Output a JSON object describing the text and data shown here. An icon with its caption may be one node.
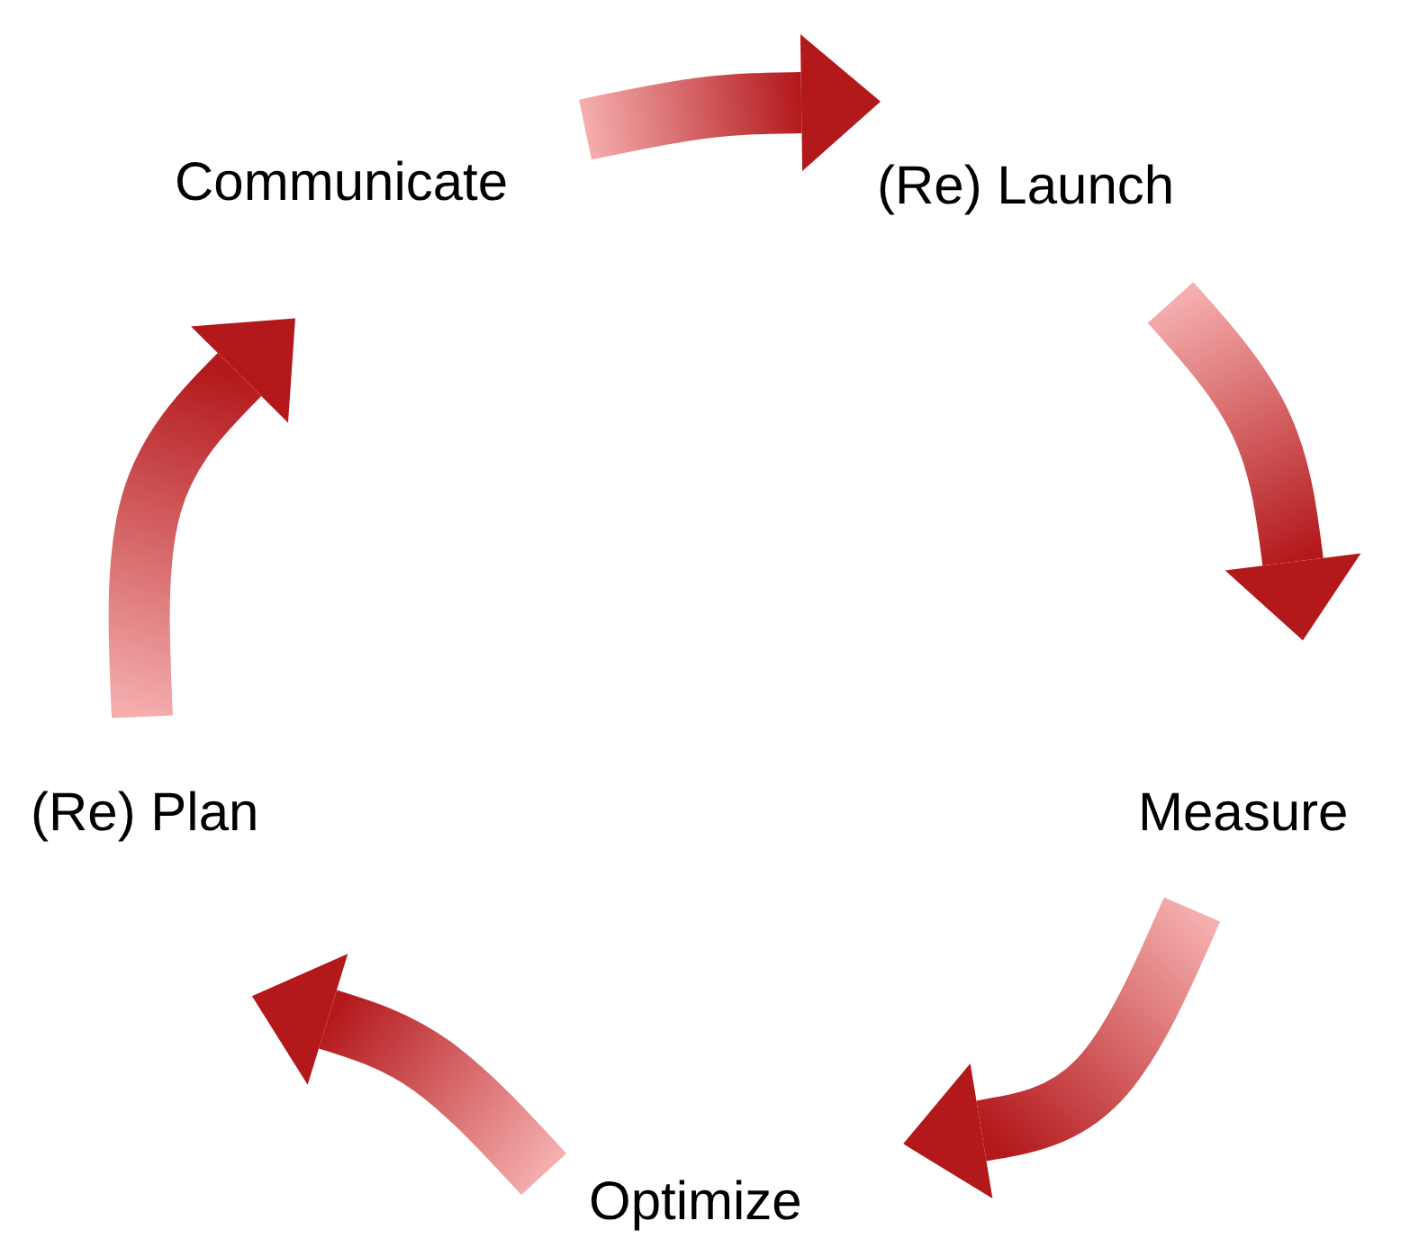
{
  "diagram": {
    "nodes": [
      {
        "text": [
          "Communicate"
        ]
      },
      {
        "text": [
          "(Re) Launch"
        ]
      },
      {
        "text": [
          "Measure"
        ]
      },
      {
        "text": [
          "Optimize"
        ]
      },
      {
        "text": [
          "(Re) Plan"
        ]
      }
    ],
    "edges": [
      {
        "from": 0,
        "to": 1,
        "arrow": "to"
      },
      {
        "from": 1,
        "to": 2,
        "arrow": "to"
      },
      {
        "from": 2,
        "to": 3,
        "arrow": "to"
      },
      {
        "from": 3,
        "to": 4,
        "arrow": "to"
      },
      {
        "from": 4,
        "to": 0,
        "arrow": "to"
      }
    ]
  }
}
